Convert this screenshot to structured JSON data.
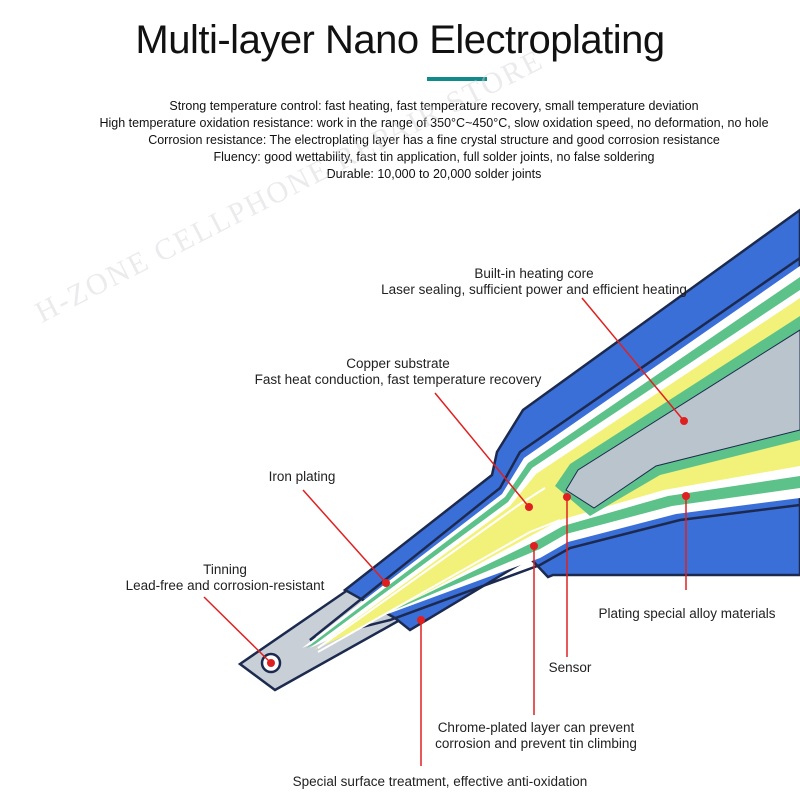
{
  "title": "Multi-layer Nano Electroplating",
  "features": [
    "Strong temperature control: fast heating, fast temperature recovery, small temperature deviation",
    "High temperature oxidation resistance: work in the range of 350°C~450°C, slow oxidation speed, no deformation, no hole",
    "Corrosion resistance: The electroplating layer has a fine crystal structure and good corrosion resistance",
    "Fluency: good wettability, fast tin application, full solder joints, no false soldering",
    "Durable: 10,000 to 20,000 solder joints"
  ],
  "watermark": "H-ZONE CELLPHONE REPAIR STORE",
  "callouts": {
    "heating_core": {
      "line1": "Built-in heating core",
      "line2": "Laser sealing, sufficient power and efficient heating"
    },
    "copper": {
      "line1": "Copper substrate",
      "line2": "Fast heat conduction, fast temperature recovery"
    },
    "iron": {
      "line1": "Iron plating"
    },
    "tinning": {
      "line1": "Tinning",
      "line2": "Lead-free and corrosion-resistant"
    },
    "alloy": {
      "line1": "Plating special alloy materials"
    },
    "sensor": {
      "line1": "Sensor"
    },
    "chrome": {
      "line1": "Chrome-plated layer can prevent",
      "line2": "corrosion and prevent tin climbing"
    },
    "surface": {
      "line1": "Special surface treatment, effective anti-oxidation"
    }
  },
  "colors": {
    "accent": "#138a8a",
    "outer_blue": "#3b6fd8",
    "dark_outline": "#1c2a50",
    "green_layer": "#5cc28a",
    "yellow_layer": "#f2f27a",
    "core_gray": "#b9c4cc",
    "tip_gray": "#c8cfd6",
    "leader_red": "#e02020"
  }
}
